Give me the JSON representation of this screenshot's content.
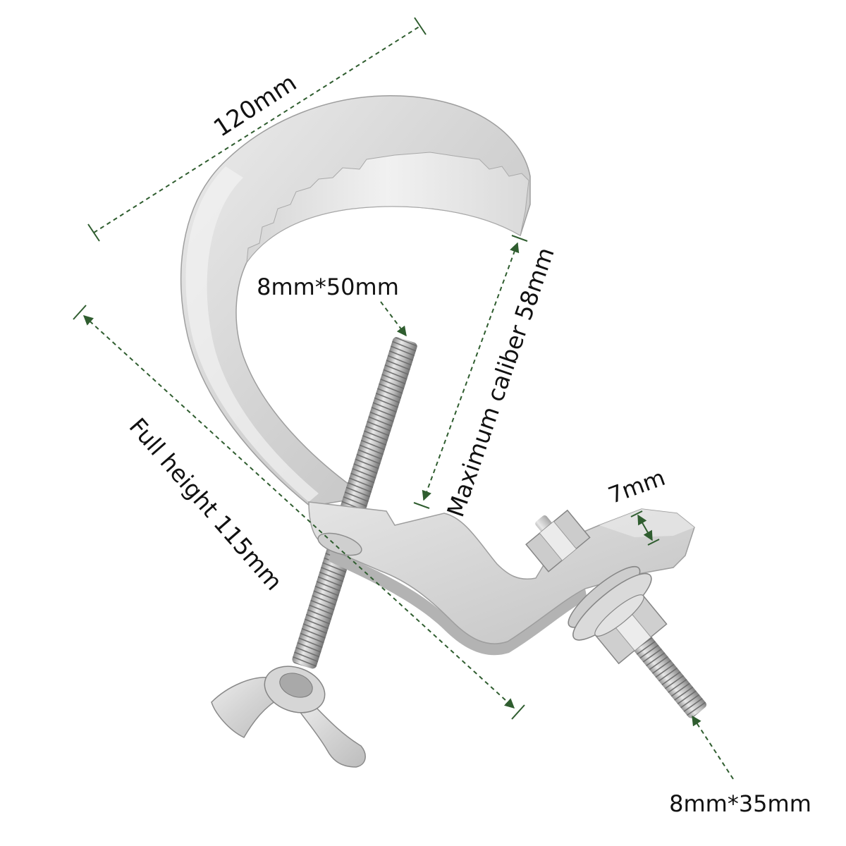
{
  "colors": {
    "background": "#ffffff",
    "dimension_line": "#2f5d2f",
    "label_text": "#111111"
  },
  "labels": {
    "top_width": "120mm",
    "upper_bolt": "8mm*50mm",
    "max_caliber": "Maximum caliber 58mm",
    "full_height": "Full height 115mm",
    "lug_thickness": "7mm",
    "lower_bolt": "8mm*35mm"
  }
}
